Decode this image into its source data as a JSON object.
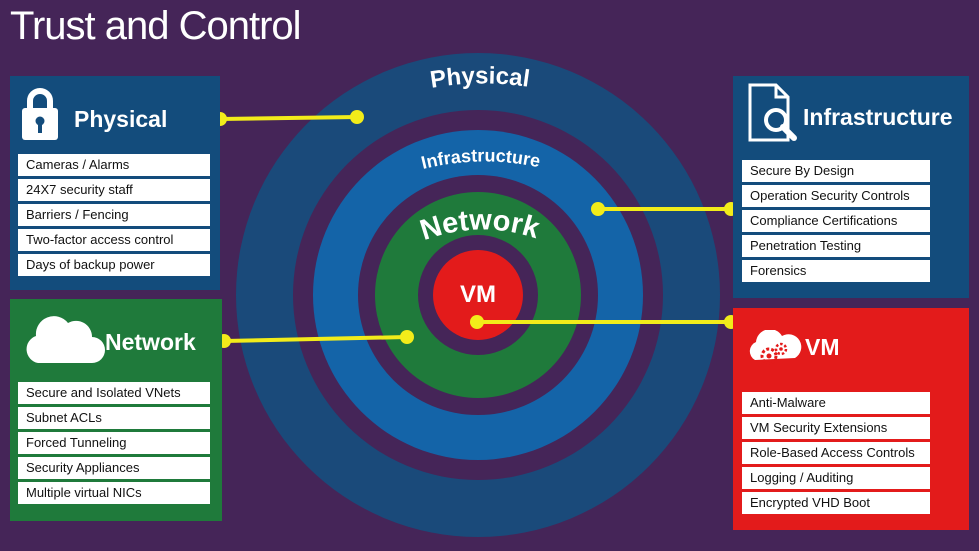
{
  "title": "Trust and Control",
  "rings": {
    "physical": "Physical",
    "infrastructure": "Infrastructure",
    "network": "Network",
    "vm": "VM"
  },
  "panels": {
    "physical": {
      "heading": "Physical",
      "icon": "lock-icon",
      "items": [
        "Cameras / Alarms",
        "24X7 security staff",
        "Barriers / Fencing",
        "Two-factor access control",
        "Days of backup power"
      ]
    },
    "network": {
      "heading": "Network",
      "icon": "cloud-icon",
      "items": [
        "Secure and Isolated VNets",
        "Subnet ACLs",
        "Forced Tunneling",
        "Security Appliances",
        "Multiple virtual NICs"
      ]
    },
    "infrastructure": {
      "heading": "Infrastructure",
      "icon": "document-search-icon",
      "items": [
        "Secure By Design",
        "Operation Security Controls",
        "Compliance Certifications",
        "Penetration Testing",
        "Forensics"
      ]
    },
    "vm": {
      "heading": "VM",
      "icon": "gears-icon",
      "items": [
        "Anti-Malware",
        "VM Security Extensions",
        "Role-Based Access Controls",
        "Logging / Auditing",
        "Encrypted VHD Boot"
      ]
    }
  },
  "colors": {
    "background": "#452558",
    "outer_ring": "#1a4a7a",
    "purple_ring": "#452558",
    "infrastructure_ring": "#1464a8",
    "network_ring": "#1f7a3b",
    "vm_core": "#e31b1b",
    "connector": "#f2ec1a"
  }
}
